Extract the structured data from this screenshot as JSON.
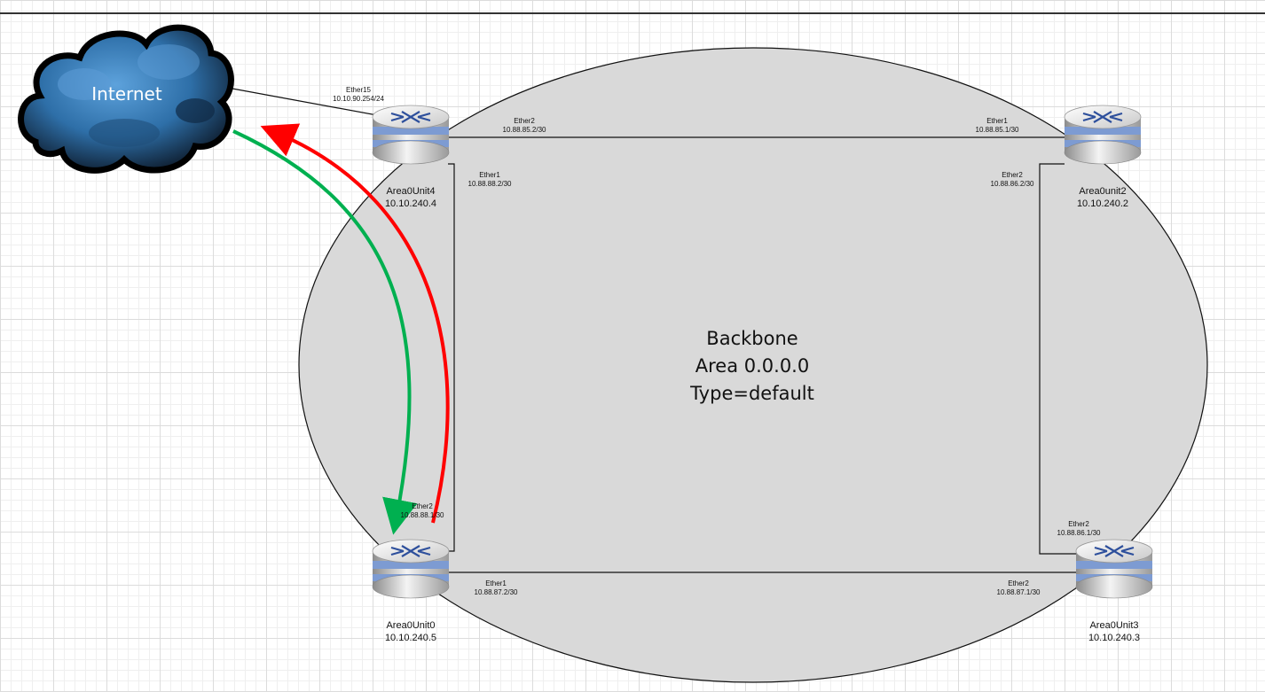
{
  "area": {
    "line1": "Backbone",
    "line2": "Area 0.0.0.0",
    "line3": "Type=default"
  },
  "cloud": {
    "label": "Internet",
    "icon": "cloud-icon"
  },
  "routers": [
    {
      "name": "Area0Unit4",
      "ip": "10.10.240.4",
      "icon": "router-icon"
    },
    {
      "name": "Area0unit2",
      "ip": "10.10.240.2",
      "icon": "router-icon"
    },
    {
      "name": "Area0Unit0",
      "ip": "10.10.240.5",
      "icon": "router-icon"
    },
    {
      "name": "Area0Unit3",
      "ip": "10.10.240.3",
      "icon": "router-icon"
    }
  ],
  "interfaces": [
    {
      "name": "Ether15",
      "addr": "10.10.90.254/24"
    },
    {
      "name": "Ether2",
      "addr": "10.88.85.2/30"
    },
    {
      "name": "Ether1",
      "addr": "10.88.85.1/30"
    },
    {
      "name": "Ether1",
      "addr": "10.88.88.2/30"
    },
    {
      "name": "Ether2",
      "addr": "10.88.86.2/30"
    },
    {
      "name": "Ether2",
      "addr": "10.88.88.1/30"
    },
    {
      "name": "Ether2",
      "addr": "10.88.86.1/30"
    },
    {
      "name": "Ether1",
      "addr": "10.88.87.2/30"
    },
    {
      "name": "Ether2",
      "addr": "10.88.87.1/30"
    }
  ],
  "colors": {
    "area_fill": "#d9d9d9",
    "arrow_out": "#ff0000",
    "arrow_in": "#00b050",
    "cloud_fill": "#2e6fa8",
    "router_ring": "#6f8fc9"
  }
}
